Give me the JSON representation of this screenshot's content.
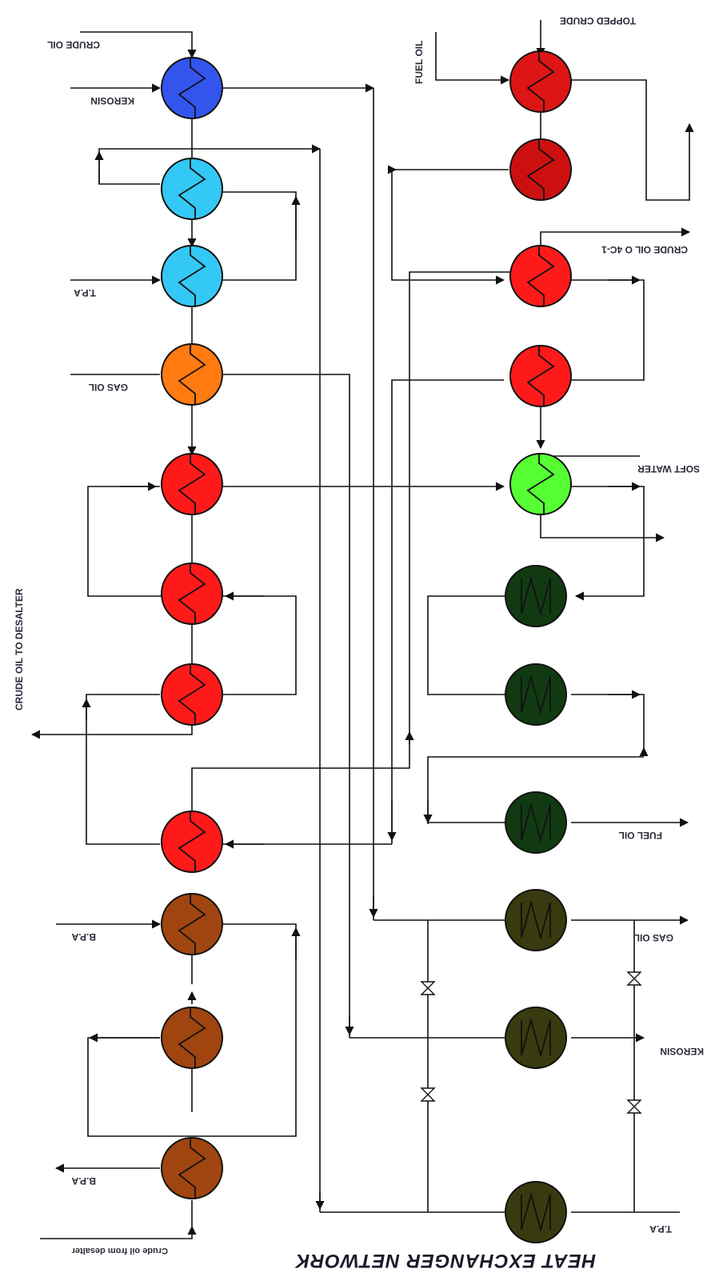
{
  "title": "HEAT EXCHANGER NETWORK",
  "labels": {
    "crude_oil": "CRUDE OIL",
    "kerosin_left": "KEROSIN",
    "tpa_left": "T.P.A",
    "gas_oil_left": "GAS OIL",
    "crude_to_desalter": "CRUDE OIL TO DESALTER",
    "bpa_left_top": "B.P.A",
    "bpa_left_bottom": "B.P.A",
    "crude_from_desalter": "Crude oil from desalter",
    "fuel_oil_top": "FUEL OIL",
    "topped_crude": "TOPPED CRUDE",
    "crude_oil_4c1": "CRUDE OIL O 4C-1",
    "soft_water": "SOFT WATER",
    "fuel_oil_right": "FUEL OIL",
    "gas_oil_right": "GAS OIL",
    "kerosin_right": "KEROSIN",
    "tpa_right": "T.P.A"
  },
  "exchangers": {
    "left": [
      {
        "color": "#3355ee"
      },
      {
        "color": "#33c8f5"
      },
      {
        "color": "#33c8f5"
      },
      {
        "color": "#ff7a10"
      },
      {
        "color": "#ff1a1a"
      },
      {
        "color": "#ff1a1a"
      },
      {
        "color": "#ff1a1a"
      },
      {
        "color": "#ff1a1a"
      },
      {
        "color": "#a04510"
      },
      {
        "color": "#a04510"
      },
      {
        "color": "#a04510"
      }
    ],
    "right_hx": [
      {
        "color": "#dd1515"
      },
      {
        "color": "#cc1010"
      },
      {
        "color": "#ff1a1a"
      },
      {
        "color": "#ff1a1a"
      },
      {
        "color": "#55ff33"
      }
    ],
    "coolers": [
      {
        "color": "#123a12"
      },
      {
        "color": "#123a12"
      },
      {
        "color": "#123a12"
      },
      {
        "color": "#3a3a10"
      },
      {
        "color": "#3a3a10"
      },
      {
        "color": "#3a3a10"
      }
    ]
  }
}
